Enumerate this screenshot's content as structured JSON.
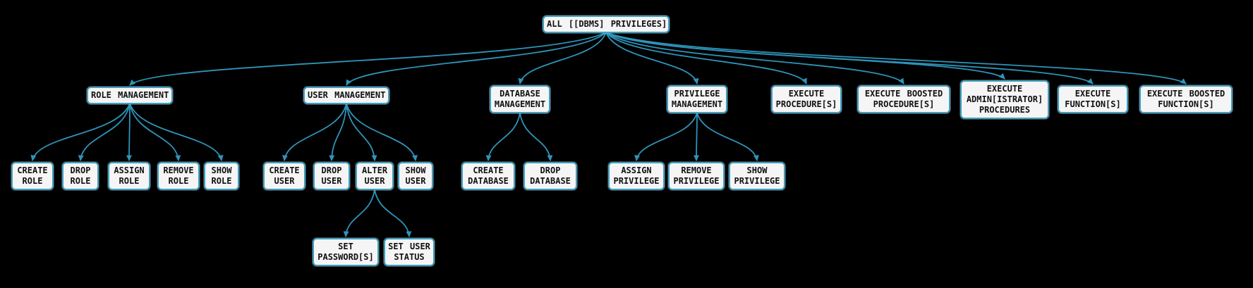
{
  "diagram": {
    "type": "tree",
    "description": "DBMS privileges hierarchy",
    "background_color": "#000000",
    "edge_color": "#2e94b9",
    "node_border_color": "#3d9fc2",
    "node_fill_color": "#f5f5f5",
    "node_text_color": "#111111",
    "nodes": [
      {
        "id": "all-privileges",
        "label": "ALL [[DBMS] PRIVILEGES]",
        "parent": null
      },
      {
        "id": "role-management",
        "label": "ROLE MANAGEMENT",
        "parent": "all-privileges"
      },
      {
        "id": "user-management",
        "label": "USER MANAGEMENT",
        "parent": "all-privileges"
      },
      {
        "id": "database-management",
        "label": "DATABASE MANAGEMENT",
        "parent": "all-privileges"
      },
      {
        "id": "privilege-management",
        "label": "PRIVILEGE MANAGEMENT",
        "parent": "all-privileges"
      },
      {
        "id": "execute-procedures",
        "label": "EXECUTE PROCEDURE[S]",
        "parent": "all-privileges"
      },
      {
        "id": "execute-boosted-procedures",
        "label": "EXECUTE BOOSTED PROCEDURE[S]",
        "parent": "all-privileges"
      },
      {
        "id": "execute-admin-procedures",
        "label": "EXECUTE ADMIN[ISTRATOR] PROCEDURES",
        "parent": "all-privileges"
      },
      {
        "id": "execute-functions",
        "label": "EXECUTE FUNCTION[S]",
        "parent": "all-privileges"
      },
      {
        "id": "execute-boosted-functions",
        "label": "EXECUTE BOOSTED FUNCTION[S]",
        "parent": "all-privileges"
      },
      {
        "id": "create-role",
        "label": "CREATE ROLE",
        "parent": "role-management"
      },
      {
        "id": "drop-role",
        "label": "DROP ROLE",
        "parent": "role-management"
      },
      {
        "id": "assign-role",
        "label": "ASSIGN ROLE",
        "parent": "role-management"
      },
      {
        "id": "remove-role",
        "label": "REMOVE ROLE",
        "parent": "role-management"
      },
      {
        "id": "show-role",
        "label": "SHOW ROLE",
        "parent": "role-management"
      },
      {
        "id": "create-user",
        "label": "CREATE USER",
        "parent": "user-management"
      },
      {
        "id": "drop-user",
        "label": "DROP USER",
        "parent": "user-management"
      },
      {
        "id": "alter-user",
        "label": "ALTER USER",
        "parent": "user-management"
      },
      {
        "id": "show-user",
        "label": "SHOW USER",
        "parent": "user-management"
      },
      {
        "id": "create-database",
        "label": "CREATE DATABASE",
        "parent": "database-management"
      },
      {
        "id": "drop-database",
        "label": "DROP DATABASE",
        "parent": "database-management"
      },
      {
        "id": "assign-privilege",
        "label": "ASSIGN PRIVILEGE",
        "parent": "privilege-management"
      },
      {
        "id": "remove-privilege",
        "label": "REMOVE PRIVILEGE",
        "parent": "privilege-management"
      },
      {
        "id": "show-privilege",
        "label": "SHOW PRIVILEGE",
        "parent": "privilege-management"
      },
      {
        "id": "set-passwords",
        "label": "SET PASSWORD[S]",
        "parent": "alter-user"
      },
      {
        "id": "set-user-status",
        "label": "SET USER STATUS",
        "parent": "alter-user"
      }
    ]
  }
}
